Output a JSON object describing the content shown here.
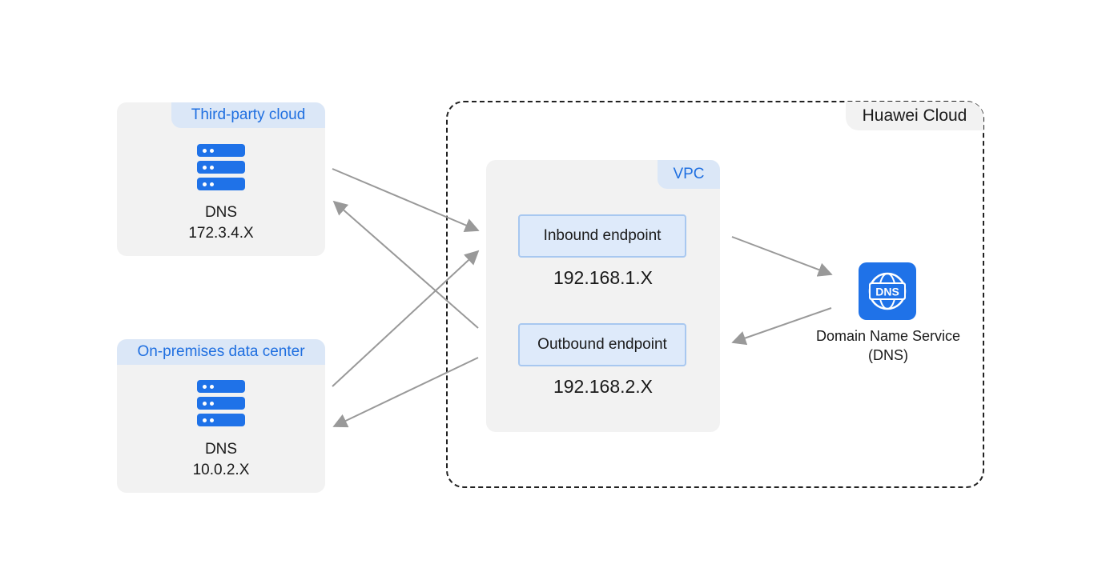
{
  "third_party": {
    "tag": "Third-party cloud",
    "name": "DNS",
    "ip": "172.3.4.X"
  },
  "onprem": {
    "tag": "On-premises data center",
    "name": "DNS",
    "ip": "10.0.2.X"
  },
  "huawei_cloud": {
    "tag": "Huawei Cloud"
  },
  "vpc": {
    "tag": "VPC",
    "inbound": {
      "label": "Inbound endpoint",
      "ip": "192.168.1.X"
    },
    "outbound": {
      "label": "Outbound endpoint",
      "ip": "192.168.2.X"
    }
  },
  "dns_service": {
    "icon": "dns-globe-icon",
    "icon_text": "DNS",
    "label_line1": "Domain Name Service",
    "label_line2": "(DNS)"
  },
  "colors": {
    "accent": "#1f72e8",
    "tag_bg": "#dbe7f7",
    "panel_bg": "#f2f2f2",
    "endpoint_bg": "#deeafa",
    "endpoint_border": "#a8c8f0",
    "arrow": "#999999"
  }
}
